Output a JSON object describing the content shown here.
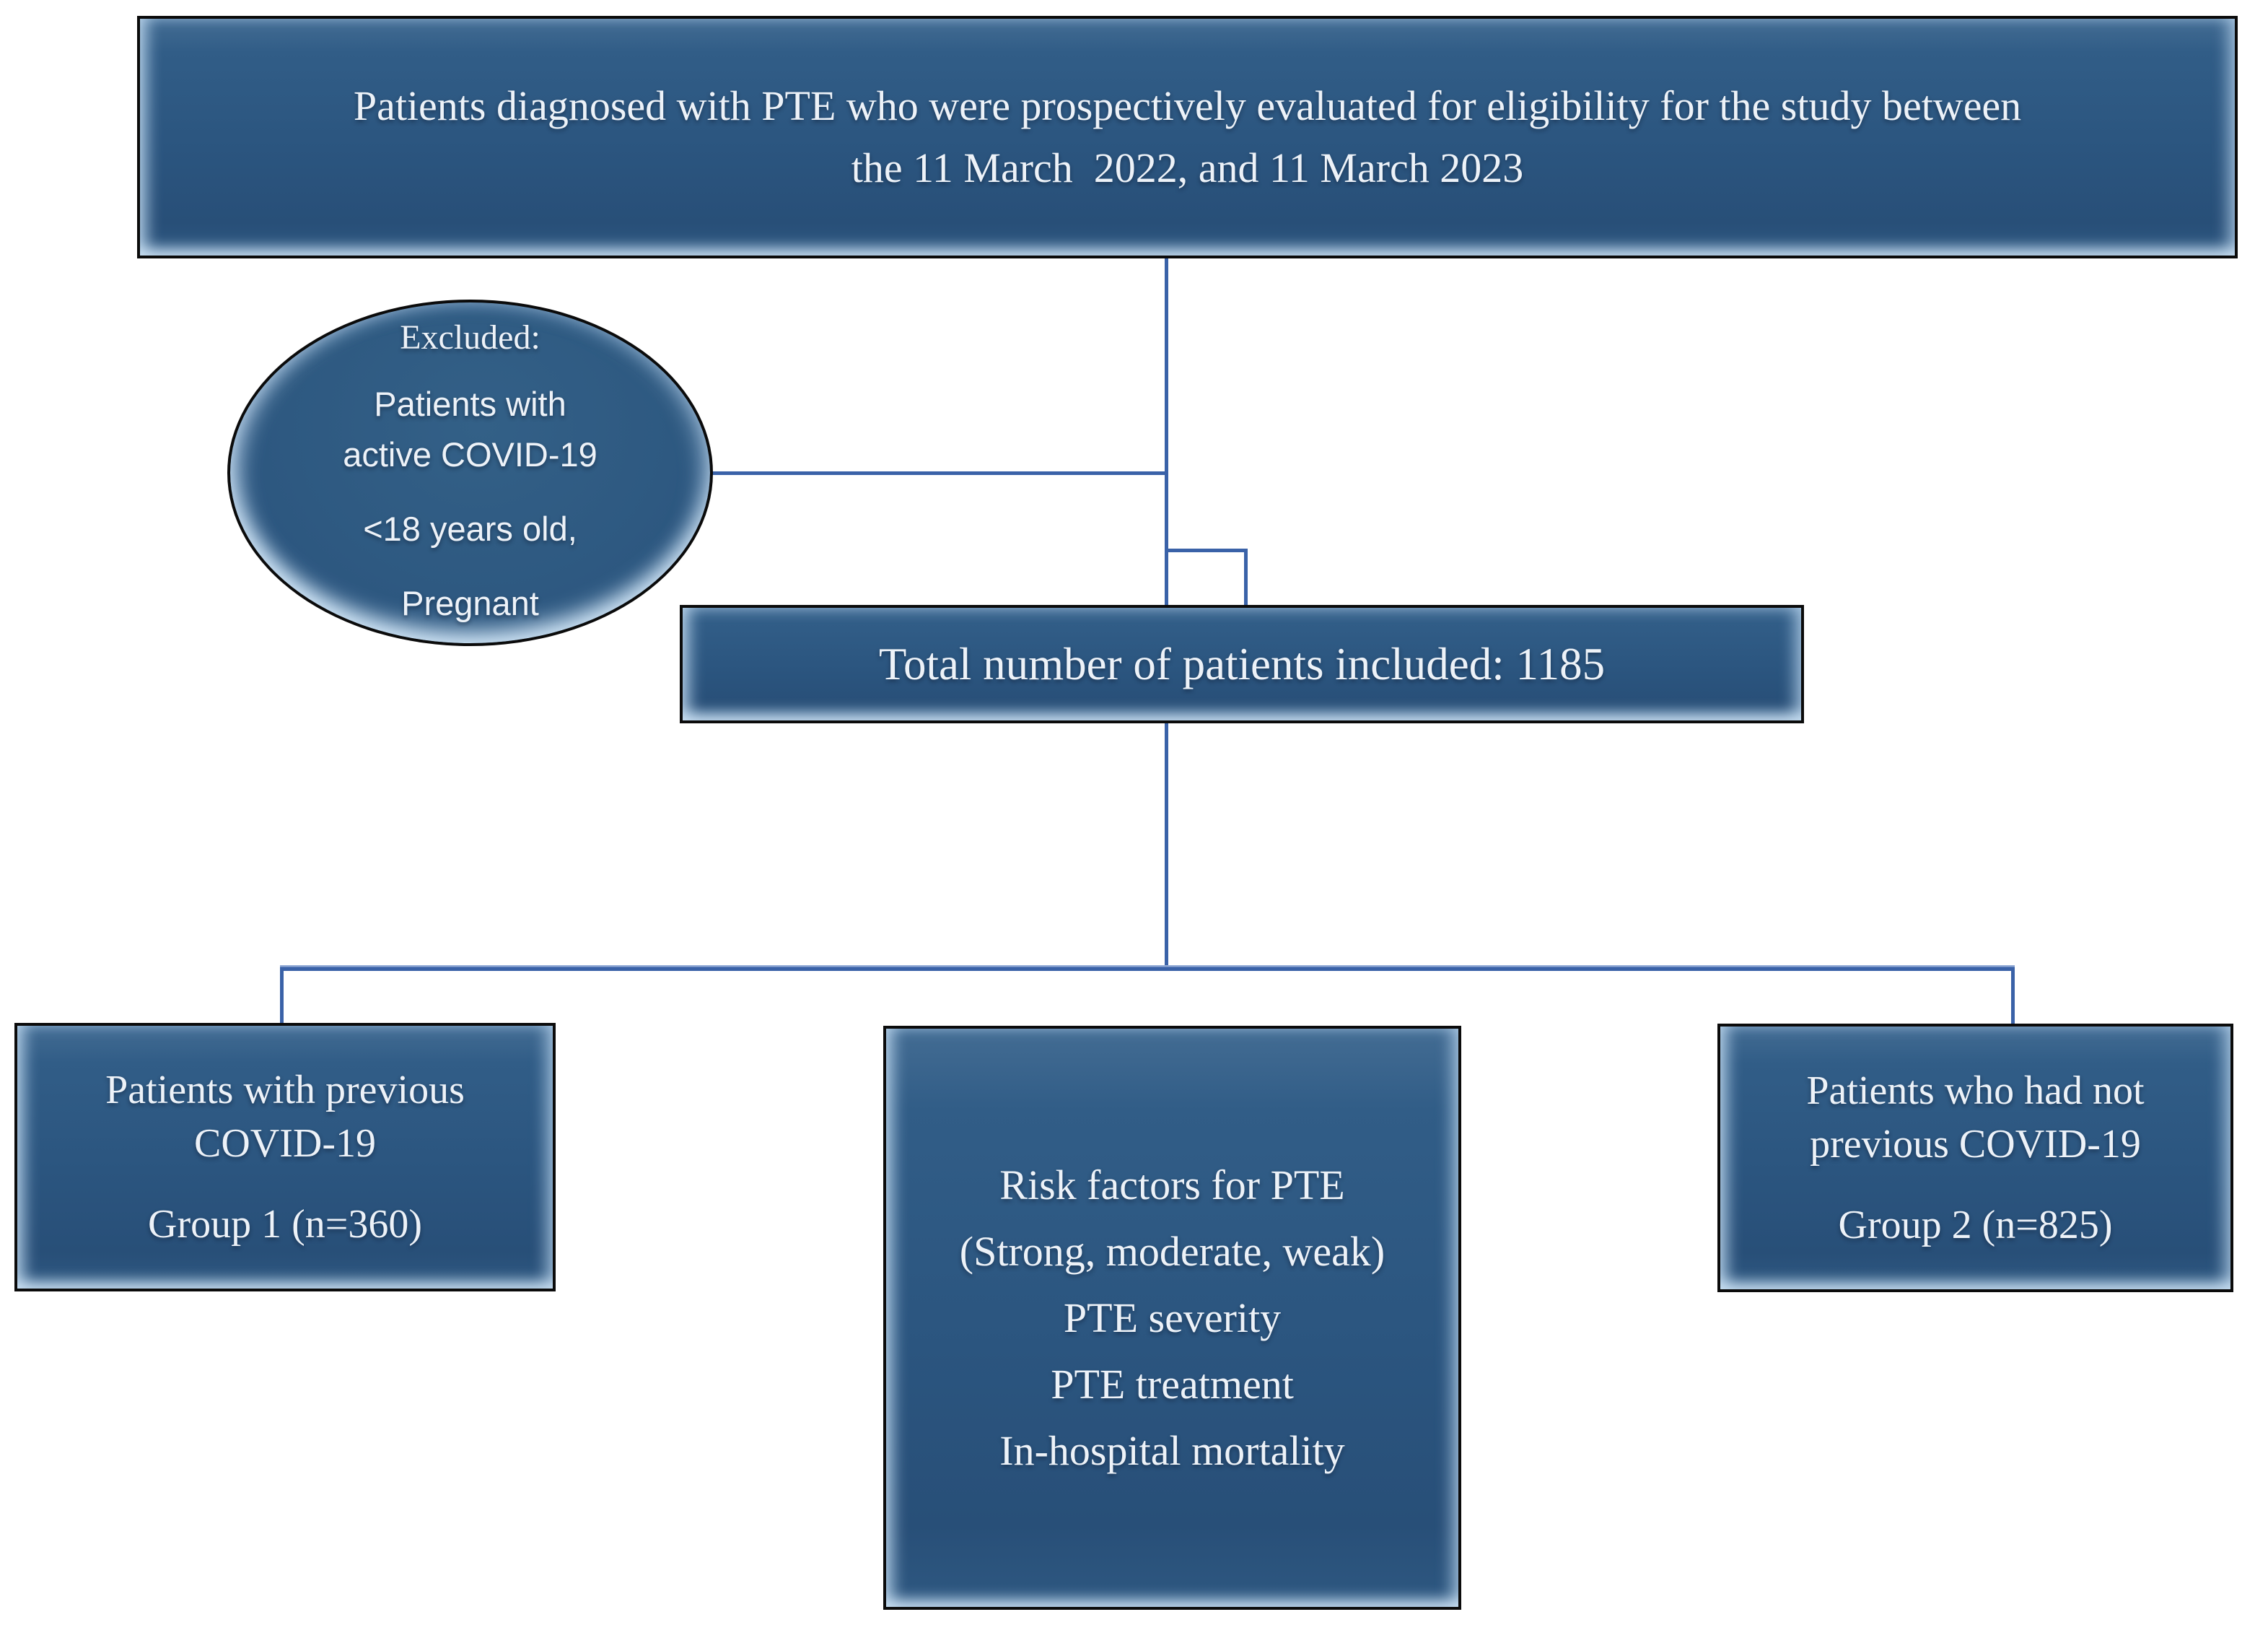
{
  "diagram": {
    "top_box": {
      "line1": "Patients diagnosed with PTE who were prospectively evaluated for eligibility for the study between",
      "line2": "the 11 March  2022, and 11 March 2023"
    },
    "excluded_ellipse": {
      "title": "Excluded:",
      "line1": "Patients with",
      "line2": "active COVID-19",
      "line3": "<18 years old,",
      "line4": "Pregnant"
    },
    "total_box": {
      "label": "Total number of patients included: 1185"
    },
    "group1_box": {
      "line1": "Patients with previous",
      "line2": "COVID-19",
      "line3": "Group 1 (n=360)"
    },
    "outcomes_box": {
      "line1": "Risk factors for PTE",
      "line2": "(Strong, moderate, weak)",
      "line3": "PTE severity",
      "line4": "PTE treatment",
      "line5": "In-hospital mortality"
    },
    "group2_box": {
      "line1": "Patients who had not",
      "line2": "previous COVID-19",
      "line3": "Group 2 (n=825)"
    },
    "colors": {
      "background": "#ffffff",
      "box_fill": "#2b557f",
      "box_border": "#0b0b0b",
      "connector": "#3a62a8",
      "connector_light": "#93abd6",
      "text": "#edf2f8"
    }
  }
}
